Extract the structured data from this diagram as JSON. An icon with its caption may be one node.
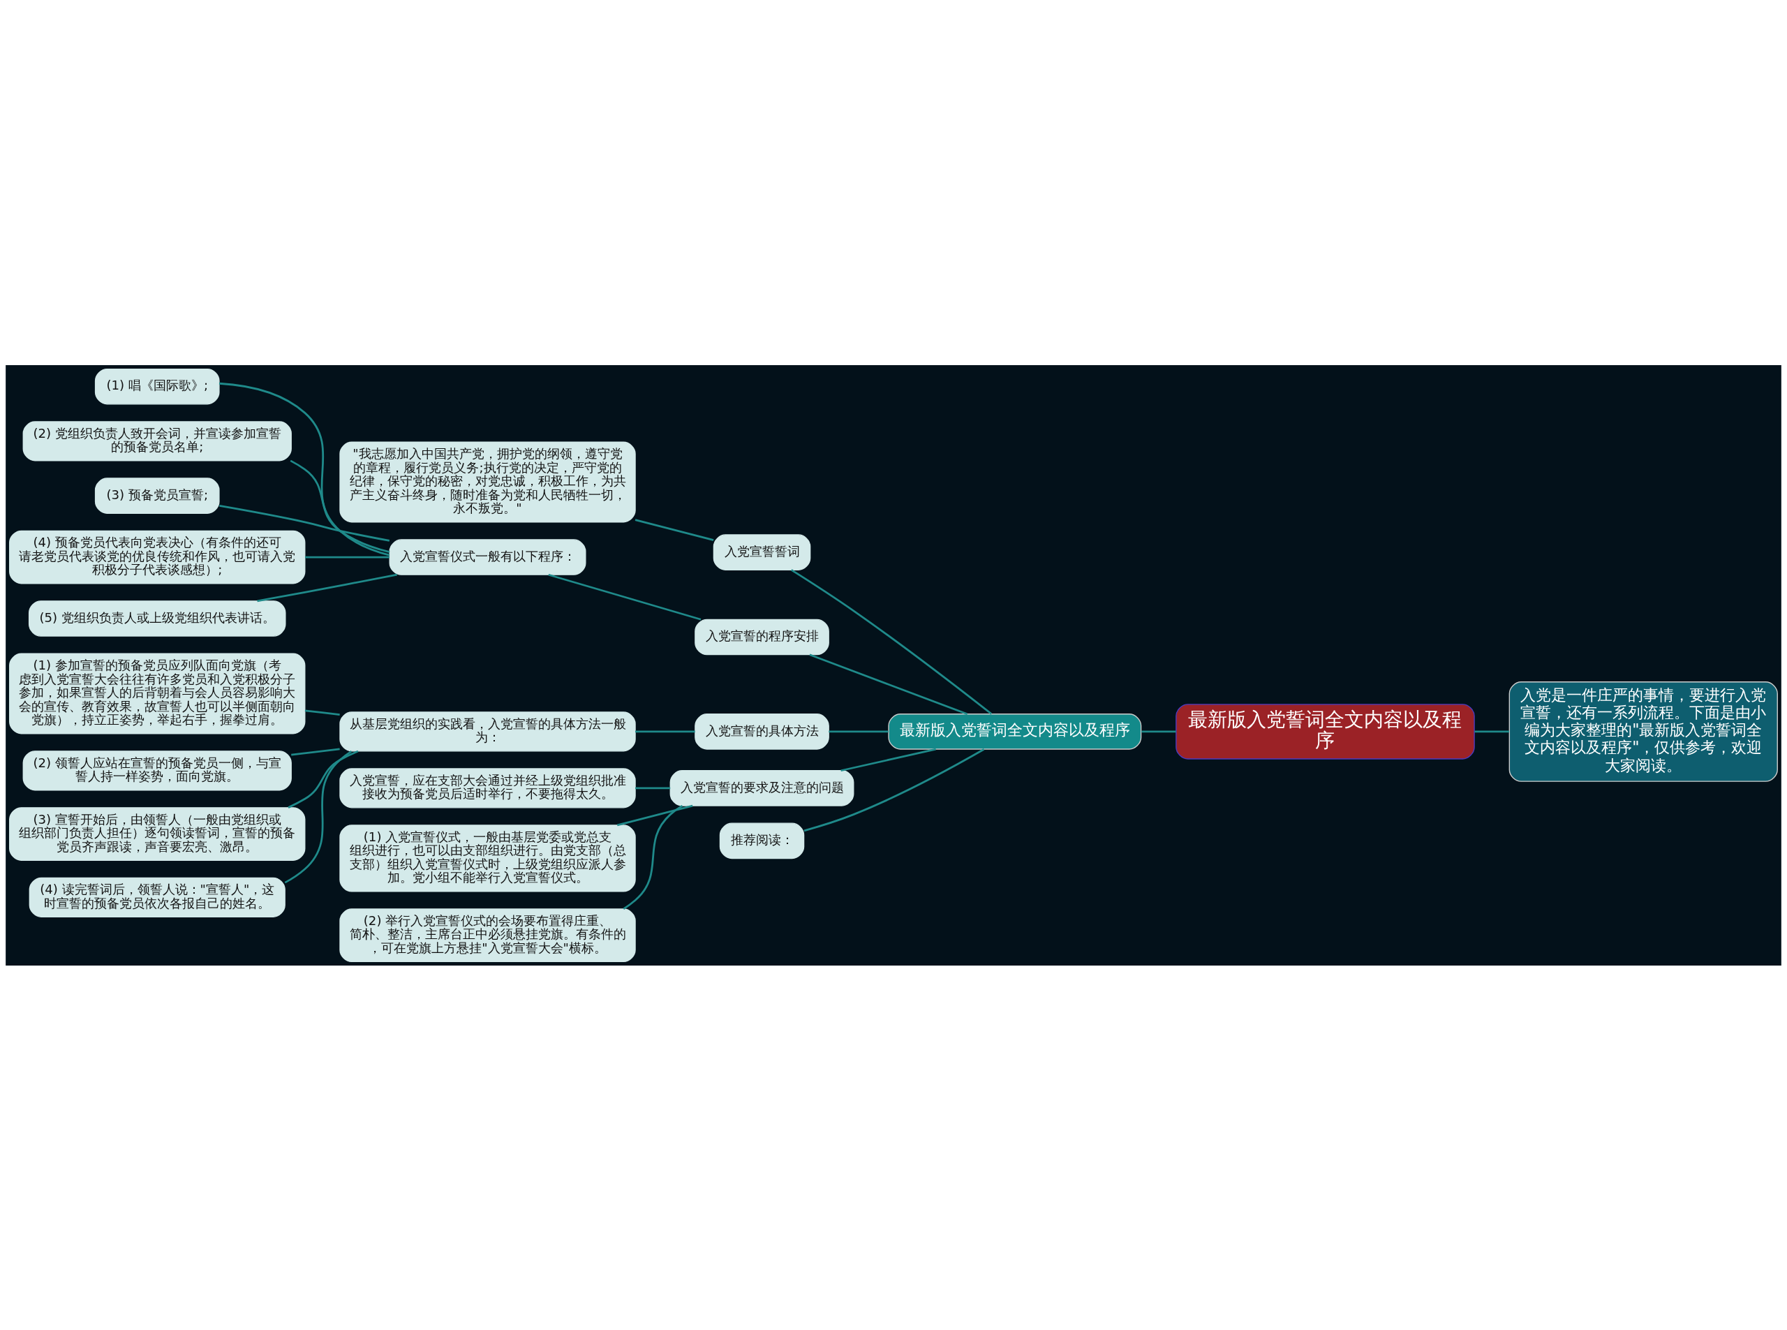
{
  "diagram": {
    "nodes": [
      {
        "text": [
          "最新版入党誓词全文内容以及程序"
        ]
      },
      {
        "text": [
          "入党是一件庄严的事情，要进行入党宣誓，还有一系列流程。下面是由小编为大家整理的\"最新版入党誓词全文内容以及程序\"，仅供参考，欢迎大家阅读。"
        ]
      },
      {
        "text": [
          "最新版入党誓词全文内容以及程序"
        ]
      },
      {
        "text": [
          "入党宣誓誓词"
        ]
      },
      {
        "text": [
          "\"我志愿加入中国共产党，拥护党的纲领，遵守党的章程，履行党员义务;执行党的决定，严守党的纪律，保守党的秘密，对党忠诚，积极工作，为共产主义奋斗终身，随时准备为党和人民牺牲一切，永不叛党。\""
        ]
      },
      {
        "text": [
          "入党宣誓的程序安排"
        ]
      },
      {
        "text": [
          "入党宣誓仪式一般有以下程序："
        ]
      },
      {
        "text": [
          "(1) 唱《国际歌》;"
        ]
      },
      {
        "text": [
          "(2) 党组织负责人致开会词，并宣读参加宣誓的预备党员名单;"
        ]
      },
      {
        "text": [
          "(3) 预备党员宣誓;"
        ]
      },
      {
        "text": [
          "(4) 预备党员代表向党表决心（有条件的还可请老党员代表谈党的优良传统和作风，也可请入党积极分子代表谈感想）;"
        ]
      },
      {
        "text": [
          "(5) 党组织负责人或上级党组织代表讲话。"
        ]
      },
      {
        "text": [
          "入党宣誓的具体方法"
        ]
      },
      {
        "text": [
          "从基层党组织的实践看，入党宣誓的具体方法一般为："
        ]
      },
      {
        "text": [
          "(1) 参加宣誓的预备党员应列队面向党旗（考虑到入党宣誓大会往往有许多党员和入党积极分子参加，如果宣誓人的后背朝着与会人员容易影响大会的宣传、教育效果，故宣誓人也可以半侧面朝向党旗），持立正姿势，举起右手，握拳过肩。"
        ]
      },
      {
        "text": [
          "(2) 领誓人应站在宣誓的预备党员一侧，与宣誓人持一样姿势，面向党旗。"
        ]
      },
      {
        "text": [
          "(3) 宣誓开始后，由领誓人（一般由党组织或组织部门负责人担任）逐句领读誓词，宣誓的预备党员齐声跟读，声音要宏亮、激昂。"
        ]
      },
      {
        "text": [
          "(4) 读完誓词后，领誓人说：\"宣誓人\"，这时宣誓的预备党员依次各报自己的姓名。"
        ]
      },
      {
        "text": [
          "入党宣誓的要求及注意的问题"
        ]
      },
      {
        "text": [
          "入党宣誓，应在支部大会通过并经上级党组织批准接收为预备党员后适时举行，不要拖得太久。"
        ]
      },
      {
        "text": [
          "(1) 入党宣誓仪式，一般由基层党委或党总支组织进行，也可以由支部组织进行。由党支部（总支部）组织入党宣誓仪式时，上级党组织应派人参加。党小组不能举行入党宣誓仪式。"
        ]
      },
      {
        "text": [
          "(2) 举行入党宣誓仪式的会场要布置得庄重、简朴、整洁，主席台正中必须悬挂党旗。有条件的，可在党旗上方悬挂\"入党宣誓大会\"横标。"
        ]
      },
      {
        "text": [
          "推荐阅读："
        ]
      }
    ],
    "edges": [
      {
        "from": 0,
        "to": 1,
        "arrow": "none"
      },
      {
        "from": 0,
        "to": 2,
        "arrow": "none"
      },
      {
        "from": 2,
        "to": 3,
        "arrow": "none"
      },
      {
        "from": 3,
        "to": 4,
        "arrow": "none"
      },
      {
        "from": 2,
        "to": 5,
        "arrow": "none"
      },
      {
        "from": 5,
        "to": 6,
        "arrow": "none"
      },
      {
        "from": 6,
        "to": 7,
        "arrow": "none"
      },
      {
        "from": 6,
        "to": 8,
        "arrow": "none"
      },
      {
        "from": 6,
        "to": 9,
        "arrow": "none"
      },
      {
        "from": 6,
        "to": 10,
        "arrow": "none"
      },
      {
        "from": 6,
        "to": 11,
        "arrow": "none"
      },
      {
        "from": 2,
        "to": 12,
        "arrow": "none"
      },
      {
        "from": 12,
        "to": 13,
        "arrow": "none"
      },
      {
        "from": 13,
        "to": 14,
        "arrow": "none"
      },
      {
        "from": 13,
        "to": 15,
        "arrow": "none"
      },
      {
        "from": 13,
        "to": 16,
        "arrow": "none"
      },
      {
        "from": 13,
        "to": 17,
        "arrow": "none"
      },
      {
        "from": 2,
        "to": 18,
        "arrow": "none"
      },
      {
        "from": 18,
        "to": 19,
        "arrow": "none"
      },
      {
        "from": 18,
        "to": 20,
        "arrow": "none"
      },
      {
        "from": 18,
        "to": 21,
        "arrow": "none"
      },
      {
        "from": 2,
        "to": 22,
        "arrow": "none"
      }
    ]
  }
}
